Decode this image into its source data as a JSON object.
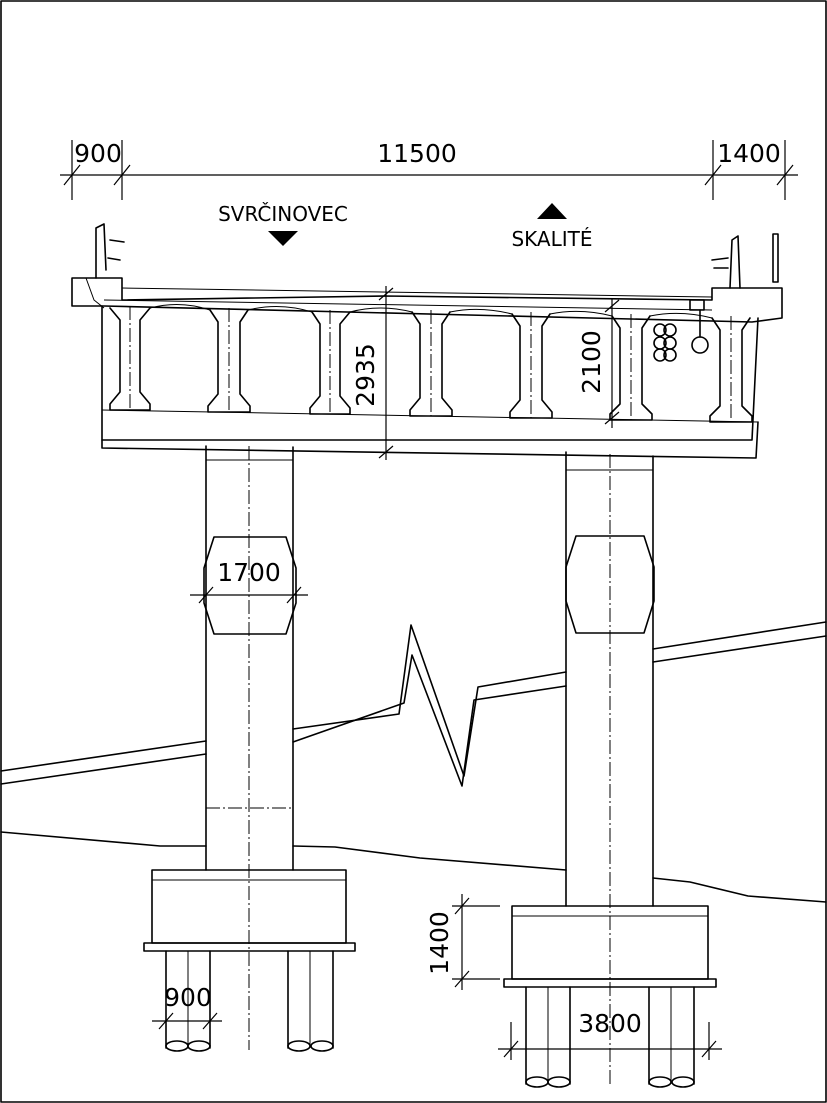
{
  "dimensions": {
    "left_overhang": "900",
    "deck_width": "11500",
    "right_overhang": "1400",
    "pier_depth_a": "2935",
    "pier_depth_b": "2100",
    "column_width": "1700",
    "cap_height": "1400",
    "pile_spacing": "900",
    "cap_width": "3800"
  },
  "directions": {
    "left": "SVRČINOVEC",
    "right": "SKALITÉ"
  }
}
